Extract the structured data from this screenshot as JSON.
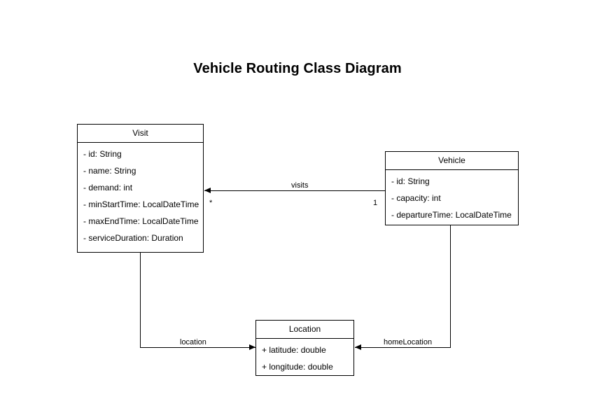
{
  "diagram": {
    "title": "Vehicle Routing Class Diagram",
    "type": "uml-class-diagram",
    "background_color": "#ffffff",
    "line_color": "#000000",
    "text_color": "#000000",
    "classes": [
      {
        "name": "Visit",
        "attributes": [
          "- id: String",
          "- name: String",
          "- demand: int",
          "- minStartTime: LocalDateTime",
          "- maxEndTime: LocalDateTime",
          "- serviceDuration: Duration"
        ]
      },
      {
        "name": "Vehicle",
        "attributes": [
          "- id: String",
          "- capacity: int",
          "- departureTime: LocalDateTime"
        ]
      },
      {
        "name": "Location",
        "attributes": [
          "+ latitude: double",
          "+ longitude: double"
        ]
      }
    ],
    "associations": [
      {
        "label": "visits",
        "from": "Vehicle",
        "to": "Visit",
        "source_multiplicity": "1",
        "target_multiplicity": "*"
      },
      {
        "label": "location",
        "from": "Visit",
        "to": "Location",
        "source_multiplicity": "",
        "target_multiplicity": ""
      },
      {
        "label": "homeLocation",
        "from": "Vehicle",
        "to": "Location",
        "source_multiplicity": "",
        "target_multiplicity": ""
      }
    ]
  }
}
